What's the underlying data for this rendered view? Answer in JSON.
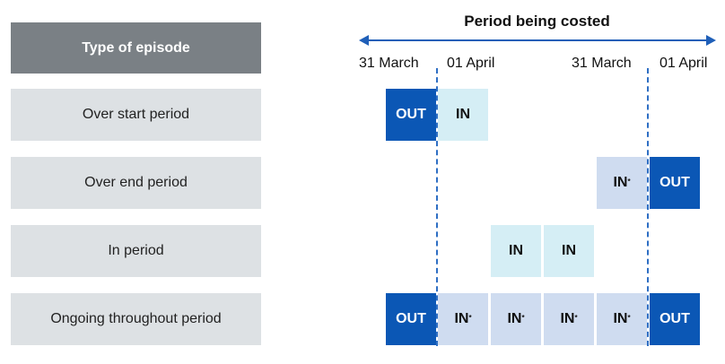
{
  "header": "Type of episode",
  "period_title": "Period being costed",
  "dates": [
    "31 March",
    "01 April",
    "31 March",
    "01 April"
  ],
  "colors": {
    "out": "#0b57b5",
    "in": "#d5eef5",
    "in_star": "#cfdcf0",
    "label_bg": "#dde1e4",
    "header_bg": "#7a8085",
    "arrow": "#1f5fb8"
  },
  "rows": [
    {
      "label": "Over start period",
      "cells": [
        {
          "col": 0,
          "type": "OUT",
          "text": "OUT"
        },
        {
          "col": 1,
          "type": "IN",
          "text": "IN"
        }
      ]
    },
    {
      "label": "Over end period",
      "cells": [
        {
          "col": 4,
          "type": "INs",
          "text": "IN",
          "sup": "*"
        },
        {
          "col": 5,
          "type": "OUT",
          "text": "OUT"
        }
      ]
    },
    {
      "label": "In period",
      "cells": [
        {
          "col": 2,
          "type": "IN",
          "text": "IN"
        },
        {
          "col": 3,
          "type": "IN",
          "text": "IN"
        }
      ]
    },
    {
      "label": "Ongoing throughout period",
      "cells": [
        {
          "col": 0,
          "type": "OUT",
          "text": "OUT"
        },
        {
          "col": 1,
          "type": "INs",
          "text": "IN",
          "sup": "*"
        },
        {
          "col": 2,
          "type": "INs",
          "text": "IN",
          "sup": "*"
        },
        {
          "col": 3,
          "type": "INs",
          "text": "IN",
          "sup": "*"
        },
        {
          "col": 4,
          "type": "INs",
          "text": "IN",
          "sup": "*"
        },
        {
          "col": 5,
          "type": "OUT",
          "text": "OUT"
        }
      ]
    }
  ]
}
